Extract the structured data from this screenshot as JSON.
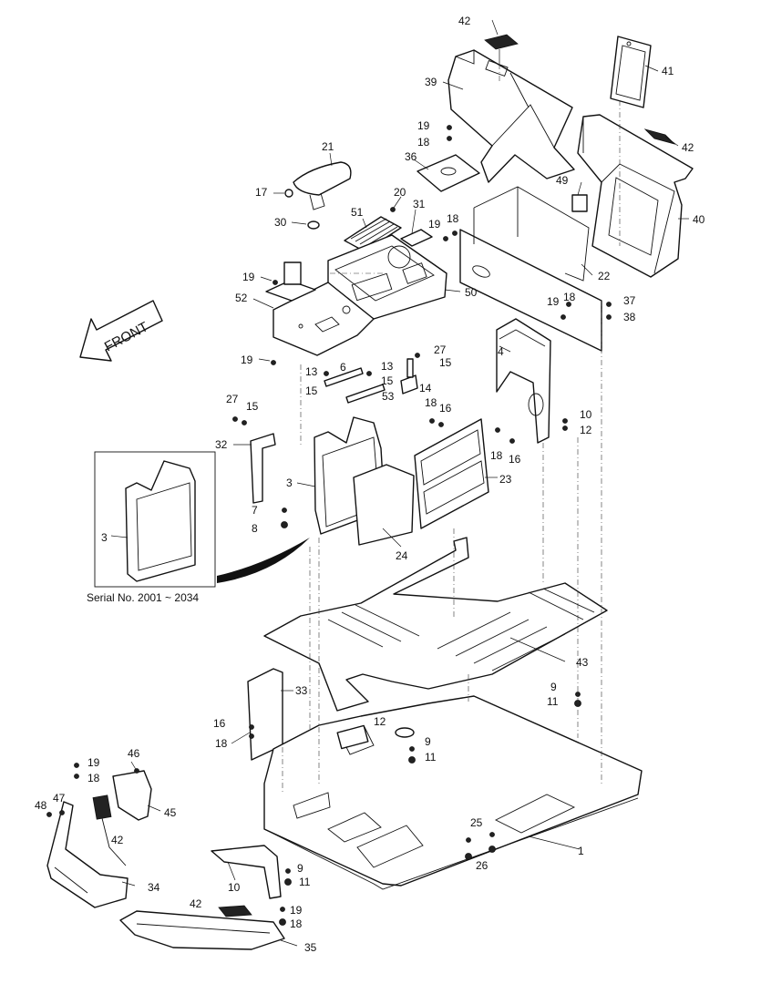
{
  "diagram": {
    "front_label": "FRONT",
    "inset_caption": "Serial No. 2001 ~ 2034",
    "callouts": [
      {
        "id": "c42a",
        "text": "42"
      },
      {
        "id": "c41",
        "text": "41"
      },
      {
        "id": "c39",
        "text": "39"
      },
      {
        "id": "c42b",
        "text": "42"
      },
      {
        "id": "c19a",
        "text": "19"
      },
      {
        "id": "c18a",
        "text": "18"
      },
      {
        "id": "c36",
        "text": "36"
      },
      {
        "id": "c49",
        "text": "49"
      },
      {
        "id": "c40",
        "text": "40"
      },
      {
        "id": "c21",
        "text": "21"
      },
      {
        "id": "c17",
        "text": "17"
      },
      {
        "id": "c20",
        "text": "20"
      },
      {
        "id": "c31",
        "text": "31"
      },
      {
        "id": "c51",
        "text": "51"
      },
      {
        "id": "c30",
        "text": "30"
      },
      {
        "id": "c19b",
        "text": "19"
      },
      {
        "id": "c18b",
        "text": "18"
      },
      {
        "id": "c22",
        "text": "22"
      },
      {
        "id": "c19c",
        "text": "19"
      },
      {
        "id": "c52",
        "text": "52"
      },
      {
        "id": "c50",
        "text": "50"
      },
      {
        "id": "c19d",
        "text": "19"
      },
      {
        "id": "c18c",
        "text": "18"
      },
      {
        "id": "c37",
        "text": "37"
      },
      {
        "id": "c38",
        "text": "38"
      },
      {
        "id": "c4",
        "text": "4"
      },
      {
        "id": "c19e",
        "text": "19"
      },
      {
        "id": "c27a",
        "text": "27"
      },
      {
        "id": "c15a",
        "text": "15"
      },
      {
        "id": "c13a",
        "text": "13"
      },
      {
        "id": "c6",
        "text": "6"
      },
      {
        "id": "c13b",
        "text": "13"
      },
      {
        "id": "c15b",
        "text": "15"
      },
      {
        "id": "c15c",
        "text": "15"
      },
      {
        "id": "c14",
        "text": "14"
      },
      {
        "id": "c53",
        "text": "53"
      },
      {
        "id": "c27b",
        "text": "27"
      },
      {
        "id": "c15d",
        "text": "15"
      },
      {
        "id": "c18d",
        "text": "18"
      },
      {
        "id": "c16a",
        "text": "16"
      },
      {
        "id": "c10a",
        "text": "10"
      },
      {
        "id": "c12a",
        "text": "12"
      },
      {
        "id": "c32",
        "text": "32"
      },
      {
        "id": "c18e",
        "text": "18"
      },
      {
        "id": "c16b",
        "text": "16"
      },
      {
        "id": "c3a",
        "text": "3"
      },
      {
        "id": "c23",
        "text": "23"
      },
      {
        "id": "c3b",
        "text": "3"
      },
      {
        "id": "c7",
        "text": "7"
      },
      {
        "id": "c8",
        "text": "8"
      },
      {
        "id": "c24",
        "text": "24"
      },
      {
        "id": "c43",
        "text": "43"
      },
      {
        "id": "c33",
        "text": "33"
      },
      {
        "id": "c9a",
        "text": "9"
      },
      {
        "id": "c11a",
        "text": "11"
      },
      {
        "id": "c16c",
        "text": "16"
      },
      {
        "id": "c12b",
        "text": "12"
      },
      {
        "id": "c18f",
        "text": "18"
      },
      {
        "id": "c9b",
        "text": "9"
      },
      {
        "id": "c11b",
        "text": "11"
      },
      {
        "id": "c19f",
        "text": "19"
      },
      {
        "id": "c46",
        "text": "46"
      },
      {
        "id": "c18g",
        "text": "18"
      },
      {
        "id": "c47",
        "text": "47"
      },
      {
        "id": "c48",
        "text": "48"
      },
      {
        "id": "c45",
        "text": "45"
      },
      {
        "id": "c42c",
        "text": "42"
      },
      {
        "id": "c25",
        "text": "25"
      },
      {
        "id": "c1",
        "text": "1"
      },
      {
        "id": "c26",
        "text": "26"
      },
      {
        "id": "c9c",
        "text": "9"
      },
      {
        "id": "c10b",
        "text": "10"
      },
      {
        "id": "c11c",
        "text": "11"
      },
      {
        "id": "c34",
        "text": "34"
      },
      {
        "id": "c42d",
        "text": "42"
      },
      {
        "id": "c19g",
        "text": "19"
      },
      {
        "id": "c18h",
        "text": "18"
      },
      {
        "id": "c35",
        "text": "35"
      }
    ]
  }
}
